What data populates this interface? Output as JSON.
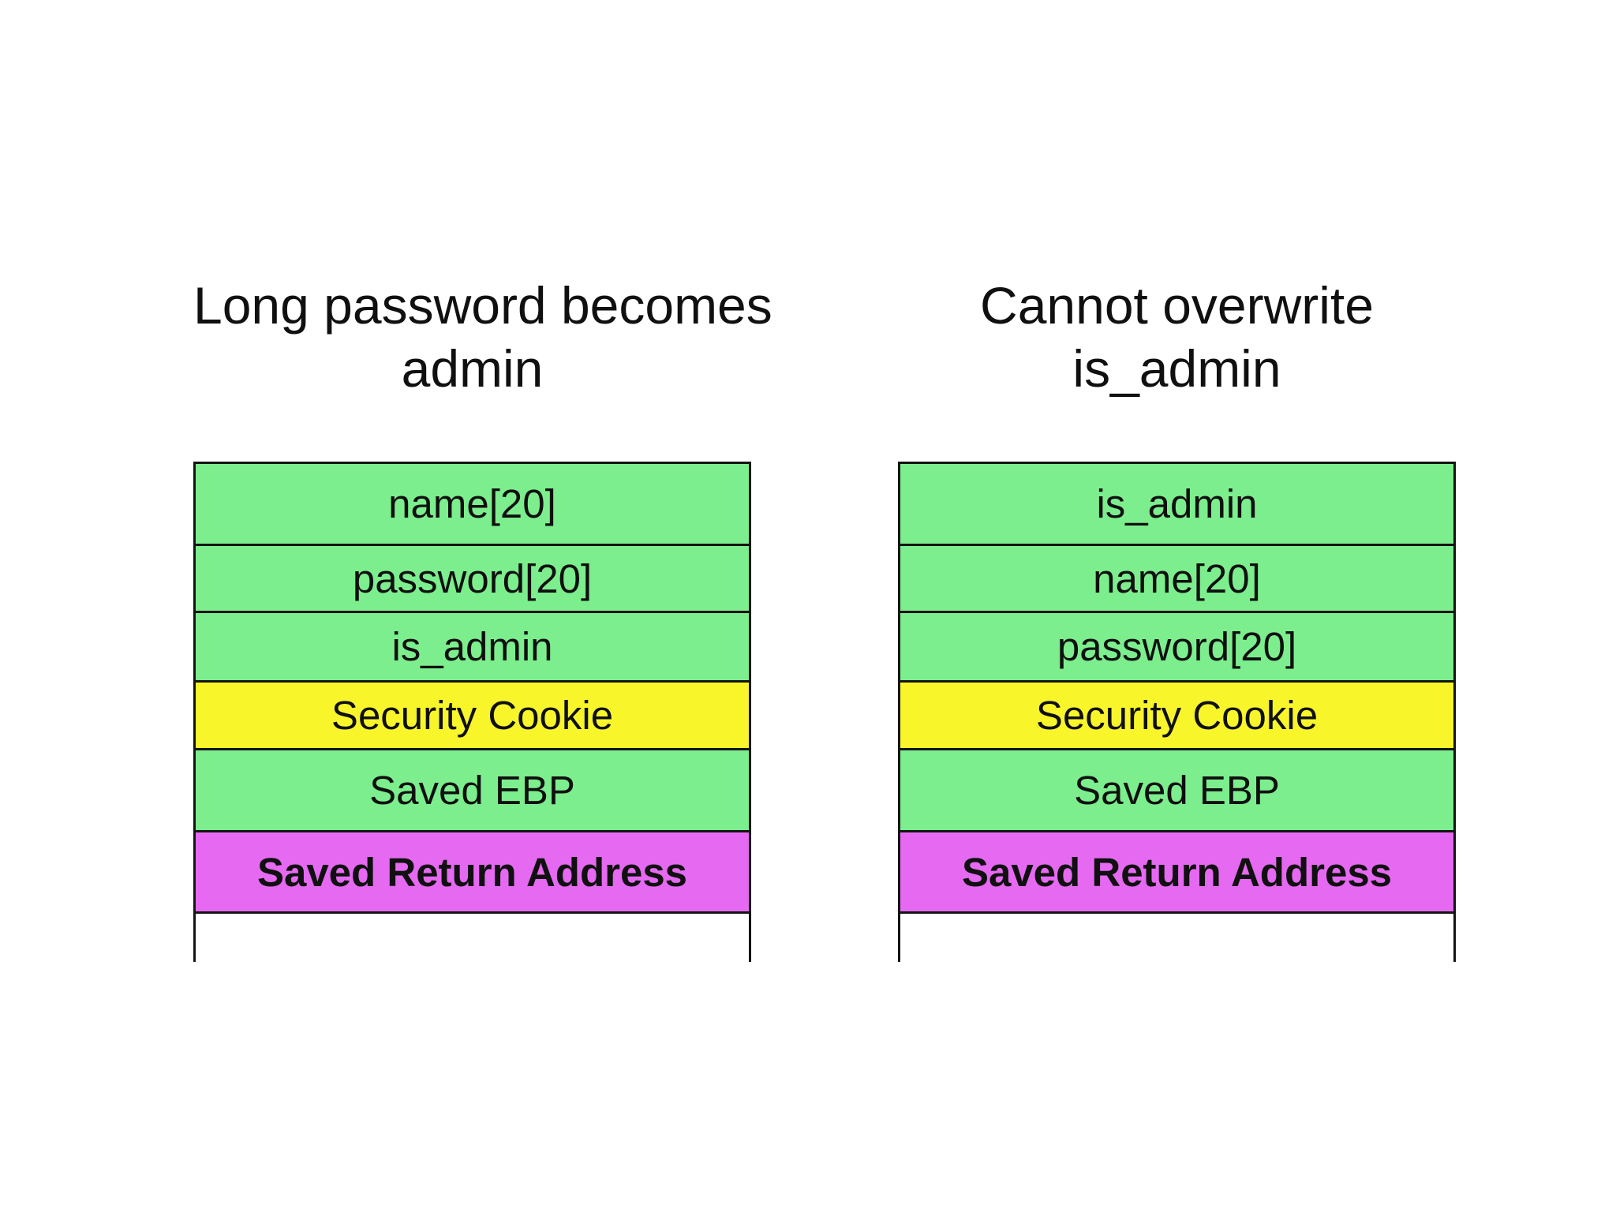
{
  "colors": {
    "background": "#ffffff",
    "text": "#101010",
    "border": "#141414",
    "green": "#7CEE8D",
    "yellow": "#F8F62B",
    "magenta": "#E669F2",
    "white": "#ffffff"
  },
  "diagram": {
    "left": {
      "title_lines": [
        "Long password becomes",
        "admin"
      ],
      "rows": [
        {
          "label": "name[20]",
          "color": "green",
          "bold": false
        },
        {
          "label": "password[20]",
          "color": "green",
          "bold": false
        },
        {
          "label": "is_admin",
          "color": "green",
          "bold": false
        },
        {
          "label": "Security Cookie",
          "color": "yellow",
          "bold": false
        },
        {
          "label": "Saved EBP",
          "color": "green",
          "bold": false
        },
        {
          "label": "Saved Return Address",
          "color": "magenta",
          "bold": true
        },
        {
          "label": "",
          "color": "white",
          "bold": false
        }
      ]
    },
    "right": {
      "title_lines": [
        "Cannot overwrite",
        "is_admin"
      ],
      "rows": [
        {
          "label": "is_admin",
          "color": "green",
          "bold": false
        },
        {
          "label": "name[20]",
          "color": "green",
          "bold": false
        },
        {
          "label": "password[20]",
          "color": "green",
          "bold": false
        },
        {
          "label": "Security Cookie",
          "color": "yellow",
          "bold": false
        },
        {
          "label": "Saved EBP",
          "color": "green",
          "bold": false
        },
        {
          "label": "Saved Return Address",
          "color": "magenta",
          "bold": true
        },
        {
          "label": "",
          "color": "white",
          "bold": false
        }
      ]
    }
  }
}
